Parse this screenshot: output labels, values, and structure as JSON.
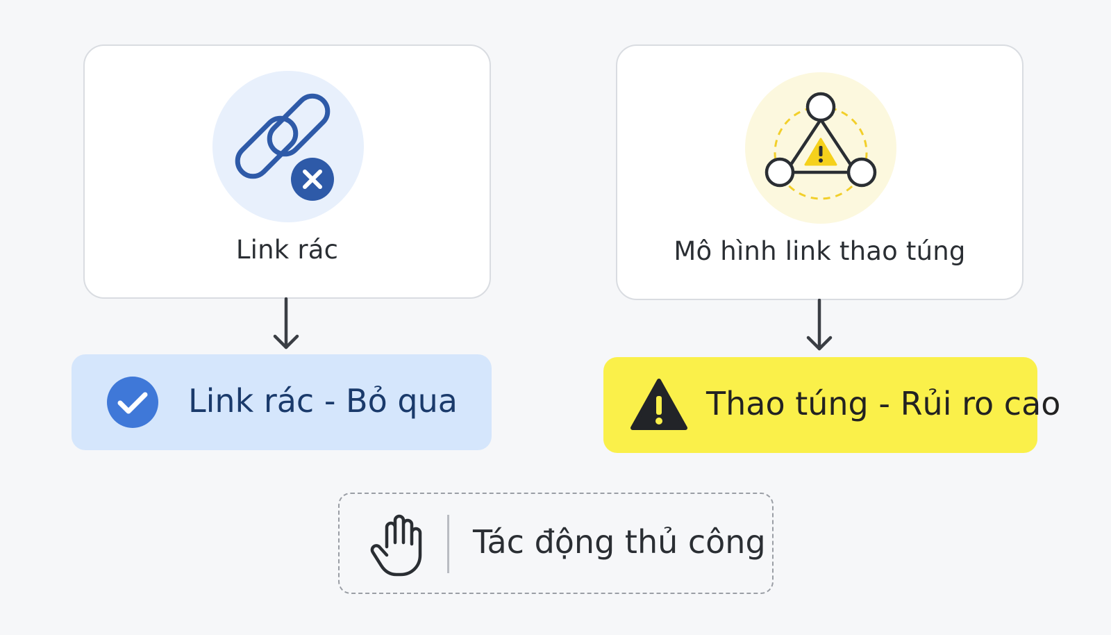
{
  "top_nodes": [
    {
      "label": "Link rác",
      "icon": "broken-link-icon"
    },
    {
      "label": "Mô hình link thao túng",
      "icon": "network-warning-icon"
    }
  ],
  "results": [
    {
      "label": "Link rác - Bỏ qua",
      "icon": "check-circle-icon",
      "color": "#d5e6fc"
    },
    {
      "label": "Thao túng - Rủi ro cao",
      "icon": "warning-triangle-icon",
      "color": "#faf04a"
    }
  ],
  "manual_action": {
    "label": "Tác động thủ công",
    "icon": "hand-icon"
  },
  "colors": {
    "accent_blue": "#2e5aa8",
    "check_blue": "#3f78d8",
    "warning_yellow": "#faf04a"
  }
}
